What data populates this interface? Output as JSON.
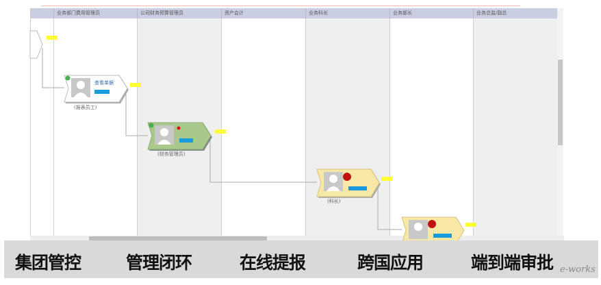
{
  "lanes": [
    {
      "header": "业务部门费用管理员"
    },
    {
      "header": "公司财务预算管理员"
    },
    {
      "header": "资产会计"
    },
    {
      "header": "业务科长"
    },
    {
      "header": "业务部长"
    },
    {
      "header": "业务总监/副总"
    }
  ],
  "nodes": [
    {
      "title": "查看单据",
      "role": "(报表员工)",
      "color": "#ffffff",
      "status": "done"
    },
    {
      "title": "",
      "role": "(财务管理员)",
      "color": "#a9c98c",
      "status": "done"
    },
    {
      "title": "",
      "role": "(科长)",
      "color": "#f7e8a8",
      "status": "pending"
    },
    {
      "title": "",
      "role": "",
      "color": "#f7e8a8",
      "status": "pending"
    }
  ],
  "features": [
    "集团管控",
    "管理闭环",
    "在线提报",
    "跨国应用",
    "端到端审批"
  ],
  "logo": "e-works",
  "colors": {
    "header_bg": "#c9cee2",
    "tag": "#ffff33",
    "badge": "#1a9be0",
    "band": "#d9d9d9"
  }
}
